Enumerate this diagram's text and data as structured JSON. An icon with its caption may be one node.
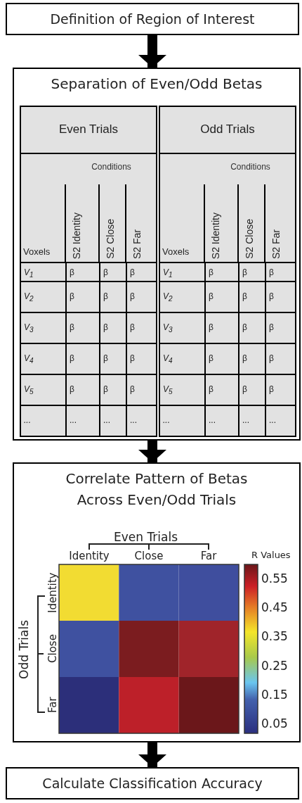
{
  "diagram": {
    "nodes": [
      {
        "text": [
          "Definition of Region of Interest"
        ]
      },
      {
        "text": [
          "Separation of Even/Odd Betas"
        ]
      },
      {
        "text": [
          "Even Trials"
        ],
        "in": 1
      },
      {
        "text": [
          "Odd Trials"
        ],
        "in": 1
      },
      {
        "text": [
          "Correlate Pattern of Betas Across Even/Odd Trials"
        ]
      },
      {
        "text": [
          "Calculate Classification Accuracy"
        ]
      }
    ],
    "edges": [
      {
        "from": 0,
        "to": 1,
        "arrow": "to"
      },
      {
        "from": 1,
        "to": 4,
        "arrow": "to"
      },
      {
        "from": 4,
        "to": 5,
        "arrow": "to"
      }
    ],
    "labels": [
      "Conditions",
      "Voxels",
      "S2 Identity",
      "S2 Close",
      "S2 Far",
      "V$_{1}$",
      "β",
      "β",
      "β",
      "V$_{2}$",
      "β",
      "β",
      "β",
      "V$_{3}$",
      "β",
      "β",
      "β",
      "V$_{4}$",
      "β",
      "β",
      "β",
      "V$_{5}$",
      "β",
      "β",
      "β",
      "...",
      "...",
      "...",
      "...",
      "Conditions",
      "Voxels",
      "S2 Identity",
      "S2 Close",
      "S2 Far",
      "V$_{1}$",
      "β",
      "β",
      "β",
      "V$_{2}$",
      "β",
      "β",
      "β",
      "V$_{3}$",
      "β",
      "β",
      "β",
      "V$_{4}$",
      "β",
      "β",
      "β",
      "V$_{5}$",
      "β",
      "β",
      "β",
      "...",
      "...",
      "...",
      "...",
      "Even Trials",
      "Identity",
      "Close",
      "Far",
      "R Values",
      "0.55",
      "0.45",
      "0.35",
      "0.25",
      "0.15",
      "0.05",
      "Odd Trials",
      "Identity",
      "Close",
      "Far"
    ]
  }
}
